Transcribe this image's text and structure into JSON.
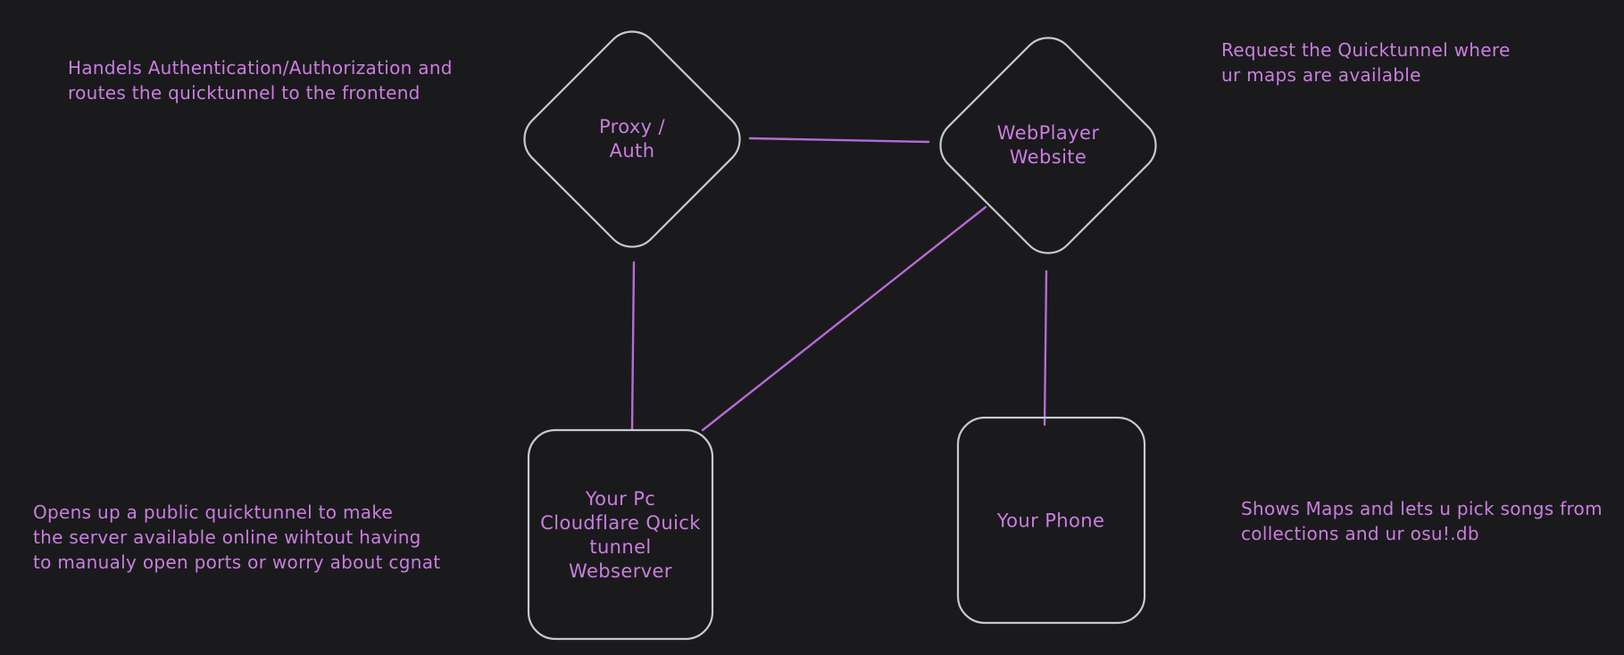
{
  "canvas": {
    "background_color": "#1a1a1c",
    "text_color": "#cb7de0",
    "shape_stroke_color": "#c4cad0",
    "connector_color": "#b76ad6"
  },
  "nodes": {
    "proxy_auth": {
      "label": "Proxy /\nAuth",
      "shape": "diamond"
    },
    "webplayer": {
      "label": "WebPlayer\nWebsite",
      "shape": "diamond"
    },
    "pc_webserver": {
      "label": "Your Pc\nCloudflare Quick\ntunnel\nWebserver",
      "shape": "rounded-rect"
    },
    "phone": {
      "label": "Your Phone",
      "shape": "rounded-rect"
    }
  },
  "edges": [
    {
      "from": "proxy_auth",
      "to": "webplayer"
    },
    {
      "from": "proxy_auth",
      "to": "pc_webserver"
    },
    {
      "from": "webplayer",
      "to": "pc_webserver"
    },
    {
      "from": "webplayer",
      "to": "phone"
    }
  ],
  "annotations": {
    "proxy_note": "Handels Authentication/Authorization and\nroutes the quicktunnel to the frontend",
    "webplayer_note": "Request the Quicktunnel where\nur maps are available",
    "webserver_note": "Opens up a public quicktunnel to make\nthe server available online wihtout having\nto manualy open ports or worry about cgnat",
    "phone_note": "Shows Maps and lets u pick songs from\ncollections and ur osu!.db"
  }
}
